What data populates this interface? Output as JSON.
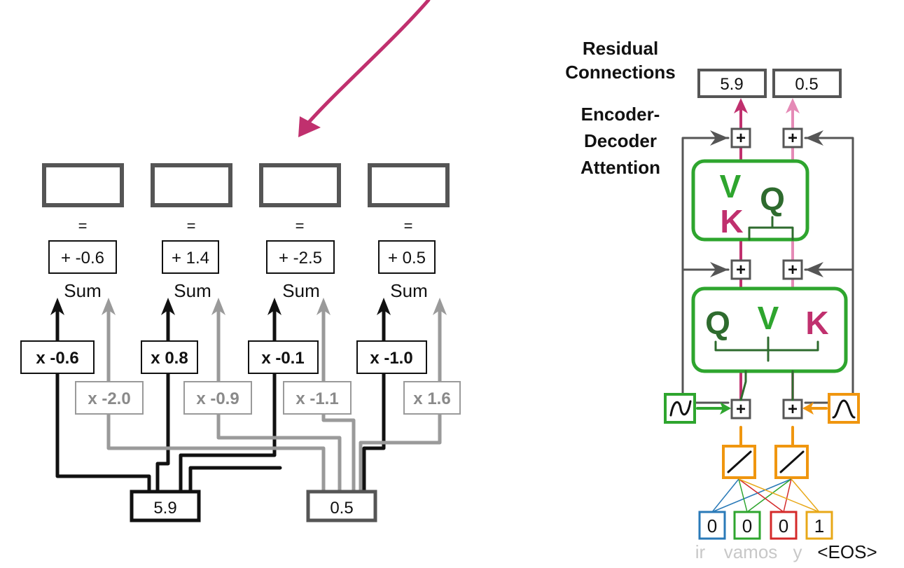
{
  "left_panel": {
    "output_boxes": [
      "",
      "",
      "",
      ""
    ],
    "equals": [
      "=",
      "=",
      "=",
      "="
    ],
    "bias_terms": [
      "+ -0.6",
      "+ 1.4",
      "+ -2.5",
      "+ 0.5"
    ],
    "sum_labels": [
      "Sum",
      "Sum",
      "Sum",
      "Sum"
    ],
    "weights_dark": [
      "x -0.6",
      "x 0.8",
      "x -0.1",
      "x -1.0"
    ],
    "weights_light": [
      "x -2.0",
      "x -0.9",
      "x -1.1",
      "x 1.6"
    ],
    "inputs": [
      "5.9",
      "0.5"
    ]
  },
  "right_panel": {
    "residual_label_1": "Residual",
    "residual_label_2": "Connections",
    "residual_values": [
      "5.9",
      "0.5"
    ],
    "attention_label_1": "Encoder-",
    "attention_label_2": "Decoder",
    "attention_label_3": "Attention",
    "plus_symbol": "+",
    "enc_dec_letters": {
      "v": "V",
      "k": "K",
      "q": "Q"
    },
    "self_attn_letters": {
      "q": "Q",
      "v": "V",
      "k": "K"
    },
    "one_hot_values": [
      "0",
      "0",
      "0",
      "1"
    ],
    "tokens": [
      "ir",
      "vamos",
      "y",
      "<EOS>"
    ]
  },
  "colors": {
    "dark": "#111111",
    "light_gray": "#9a9a9a",
    "box_gray": "#555555",
    "magenta": "#c0306e",
    "pink": "#e58ab6",
    "green": "#2ea52e",
    "orange": "#f0960f",
    "blue": "#2a7ab8",
    "red": "#d42a2a",
    "gold": "#e8a818"
  }
}
